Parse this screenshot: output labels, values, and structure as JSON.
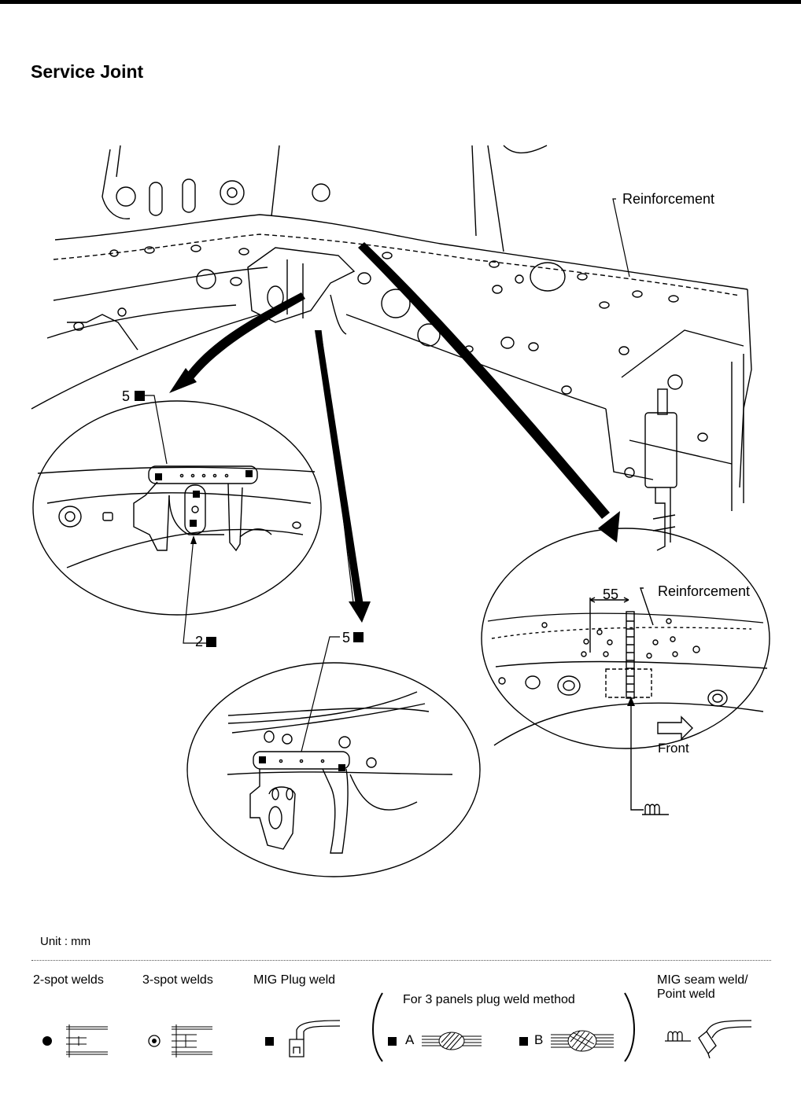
{
  "title": "Service Joint",
  "callouts": {
    "reinforcement_main": "Reinforcement",
    "reinforcement_detail": "Reinforcement",
    "dimension": "55",
    "front": "Front",
    "left_top_count": "5",
    "left_bottom_count": "2",
    "bottom_count": "5"
  },
  "unit": "Unit : mm",
  "legend": {
    "two_spot": "2-spot welds",
    "three_spot": "3-spot welds",
    "mig_plug": "MIG Plug weld",
    "three_panels": "For 3 panels plug weld method",
    "option_a": "A",
    "option_b": "B",
    "mig_seam_line1": "MIG seam weld/",
    "mig_seam_line2": "Point weld"
  }
}
